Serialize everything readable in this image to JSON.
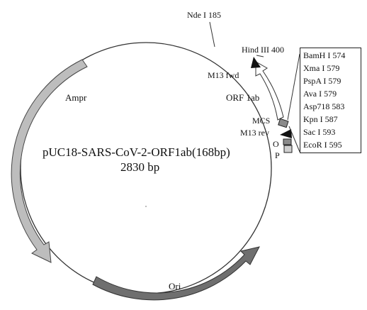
{
  "plasmid": {
    "name": "pUC18-SARS-CoV-2-ORF1ab(168bp)",
    "size": "2830 bp"
  },
  "labels": {
    "nde": "Nde I 185",
    "hind": "Hind III 400",
    "m13fwd": "M13 fwd",
    "orf": "ORF 1ab",
    "mcs": "MCS",
    "m13rev": "M13 rev",
    "o": "O",
    "p": "P",
    "ampr": "Ampr",
    "ori": "Ori"
  },
  "mcs_sites": [
    "BamH I 574",
    "Xma I 579",
    "PspA I 579",
    "Ava I 579",
    "Asp718 583",
    "Kpn I 587",
    "Sac I 593",
    "EcoR I 595"
  ],
  "colors": {
    "ampr": "#bdbdbd",
    "ori": "#6f6f6f",
    "backbone": "#333333",
    "arrow_dark": "#111111",
    "orf": "#ffffff",
    "mcs_box": "#8a8a8a"
  }
}
